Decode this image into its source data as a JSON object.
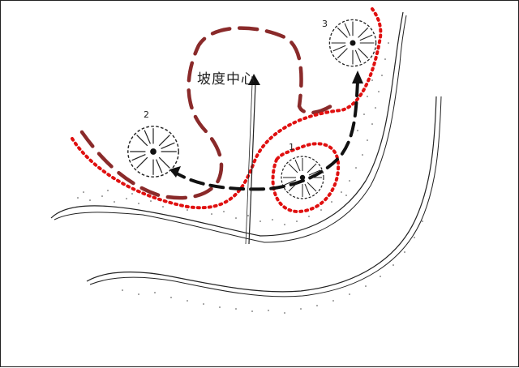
{
  "diagram": {
    "slope_center_label": "坡度中心",
    "trees": [
      {
        "number": "1"
      },
      {
        "number": "2"
      },
      {
        "number": "3"
      }
    ],
    "colors": {
      "red_dotted_route": "#e01010",
      "brown_dashed_boundary": "#8a2a2a",
      "black_dashed_path": "#111111",
      "ink": "#222222"
    }
  }
}
